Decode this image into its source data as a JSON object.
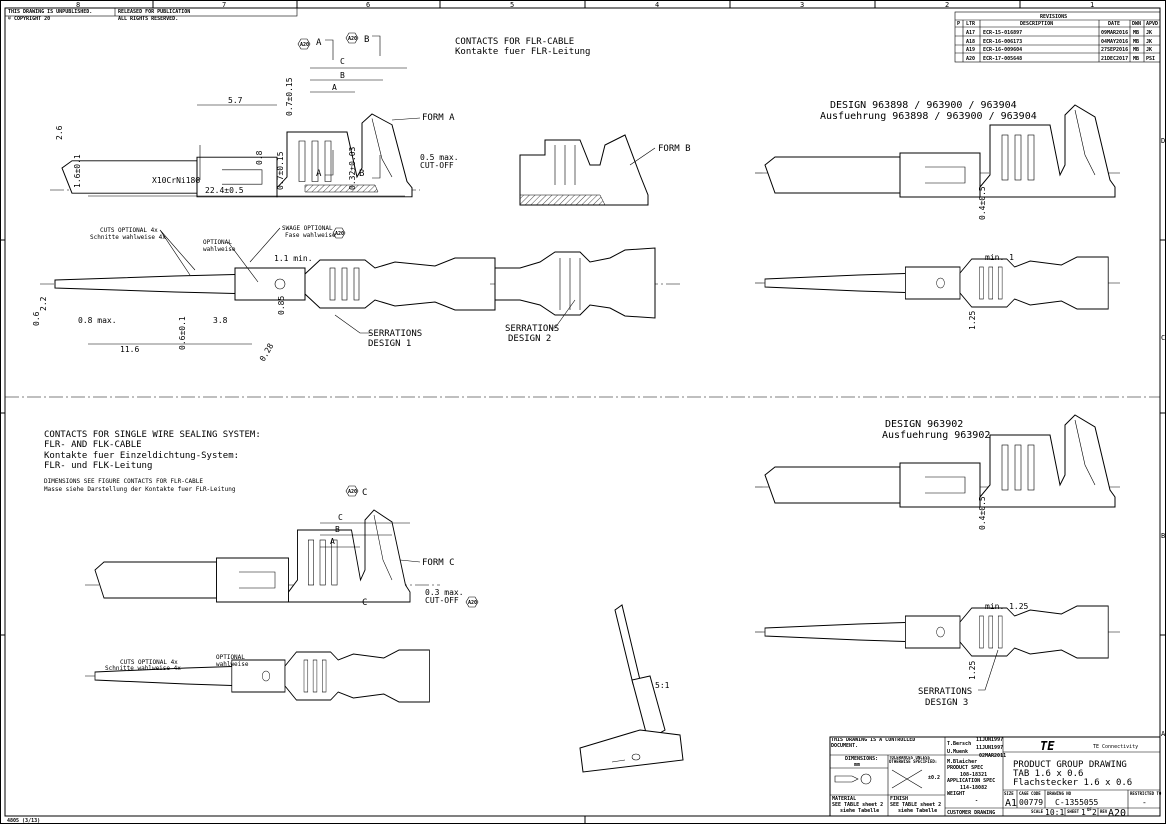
{
  "zones": {
    "columns": [
      "8",
      "7",
      "6",
      "5",
      "4",
      "3",
      "2",
      "1"
    ],
    "rows": [
      "D",
      "C",
      "B",
      "A"
    ]
  },
  "header_strip": {
    "unpublished": "THIS DRAWING IS UNPUBLISHED.",
    "released": "RELEASED FOR PUBLICATION",
    "copyright": "© COPYRIGHT 20",
    "rights": "ALL RIGHTS RESERVED."
  },
  "revisions": {
    "title": "REVISIONS",
    "headers": [
      "P",
      "LTR",
      "DESCRIPTION",
      "DATE",
      "DWN",
      "APVD"
    ],
    "rows": [
      {
        "ltr": "A17",
        "desc": "ECR-15-016897",
        "date": "09MAR2016",
        "dwn": "MB",
        "apvd": "JK"
      },
      {
        "ltr": "A18",
        "desc": "ECR-16-006173",
        "date": "04MAY2016",
        "dwn": "MB",
        "apvd": "JK"
      },
      {
        "ltr": "A19",
        "desc": "ECR-16-009604",
        "date": "27SEP2016",
        "dwn": "MB",
        "apvd": "JK"
      },
      {
        "ltr": "A20",
        "desc": "ECR-17-005648",
        "date": "21DEC2017",
        "dwn": "MB",
        "apvd": "PSI"
      }
    ]
  },
  "sections": {
    "flr_title": "CONTACTS FOR FLR-CABLE",
    "flr_subtitle": "Kontakte fuer FLR-Leitung",
    "seal_title1": "CONTACTS FOR SINGLE WIRE SEALING SYSTEM:",
    "seal_title2": "FLR- AND FLK-CABLE",
    "seal_title3": "Kontakte fuer Einzeldichtung-System:",
    "seal_title4": "FLR- und FLK-Leitung",
    "seal_note1": "DIMENSIONS SEE FIGURE CONTACTS FOR FLR-CABLE",
    "seal_note2": "Masse siehe Darstellung der Kontakte fuer FLR-Leitung",
    "design_a1": "DESIGN 963898 / 963900 / 963904",
    "design_a2": "Ausfuehrung 963898 / 963900 / 963904",
    "design_b1": "DESIGN 963902",
    "design_b2": "Ausfuehrung 963902"
  },
  "labels": {
    "form_a": "FORM A",
    "form_b": "FORM B",
    "form_c": "FORM C",
    "material": "X10CrNi188",
    "cutoff_a": "0.5 max.",
    "cutoff": "CUT-OFF",
    "cutoff_c": "0.3 max.",
    "cuts1": "CUTS OPTIONAL 4x",
    "cuts2": "Schnitte wahlweise 4x",
    "opt1": "OPTIONAL",
    "opt2": "wahlweise",
    "swage1": "SWAGE OPTIONAL",
    "swage2": "Fase wahlweise",
    "serr": "SERRATIONS",
    "design1": "DESIGN 1",
    "design2": "DESIGN 2",
    "design3": "DESIGN 3",
    "scale_view": "5:1",
    "rev_tag": "A20",
    "sec_a": "A",
    "sec_b": "B",
    "sec_c": "C"
  },
  "dimensions": {
    "d57": "5.7",
    "d07": "0.7±0.15",
    "d26": "2.6",
    "d16": "1.6±0.1",
    "d08": "0.8",
    "d07b": "0.7±0.15",
    "d032": "0.32±0.03",
    "d224": "22.4±0.5",
    "d11": "1.1 min.",
    "d22": "2.2",
    "d06": "0.6",
    "d08max": "0.8 max.",
    "d064": "0.6±0.1",
    "d38": "3.8",
    "d116": "11.6",
    "d085": "0.85",
    "d028": "0.28",
    "d045": "0.4±0.5",
    "dmin1": "min. 1",
    "d125": "1.25",
    "dmin125": "min. 1.25"
  },
  "title_block": {
    "controlled": "THIS DRAWING IS A CONTROLLED DOCUMENT.",
    "dimensions_label": "DIMENSIONS:",
    "dimensions_unit": "mm",
    "tolerances_label": "TOLERANCES UNLESS OTHERWISE SPECIFIED:",
    "tolerance_value": "±0.2",
    "material_label": "MATERIAL",
    "material_value1": "SEE TABLE sheet 2",
    "material_value2": "siehe Tabelle",
    "finish_label": "FINISH",
    "finish_value1": "SEE TABLE sheet 2",
    "finish_value2": "siehe Tabelle",
    "dwn": "T.Bersch",
    "dwn_date": "11JUN1997",
    "chk": "U.Muenk",
    "chk_date": "11JUN1997",
    "appd": "M.Blaicher",
    "appd_date": "02MAR2011",
    "product_spec_label": "PRODUCT SPEC",
    "product_spec": "108-18321",
    "application_spec_label": "APPLICATION SPEC",
    "application_spec": "114-18082",
    "weight_label": "WEIGHT",
    "weight": "-",
    "company": "TE Connectivity",
    "logo": "TE",
    "name1": "PRODUCT GROUP DRAWING",
    "name2": "TAB 1.6 x 0.6",
    "name3": "Flachstecker 1.6 x 0.6",
    "size_label": "SIZE",
    "size": "A1",
    "cage_label": "CAGE CODE",
    "cage": "00779",
    "drawing_no_label": "DRAWING NO",
    "drawing_no": "C-1355055",
    "restricted_label": "RESTRICTED TO",
    "restricted": "-",
    "customer": "CUSTOMER DRAWING",
    "scale_label": "SCALE",
    "scale": "10:1",
    "sheet_label": "SHEET",
    "sheet": "1",
    "of_label": "OF",
    "of": "2",
    "rev_label": "REV",
    "rev": "A20"
  },
  "form_code": "4805 (3/13)"
}
